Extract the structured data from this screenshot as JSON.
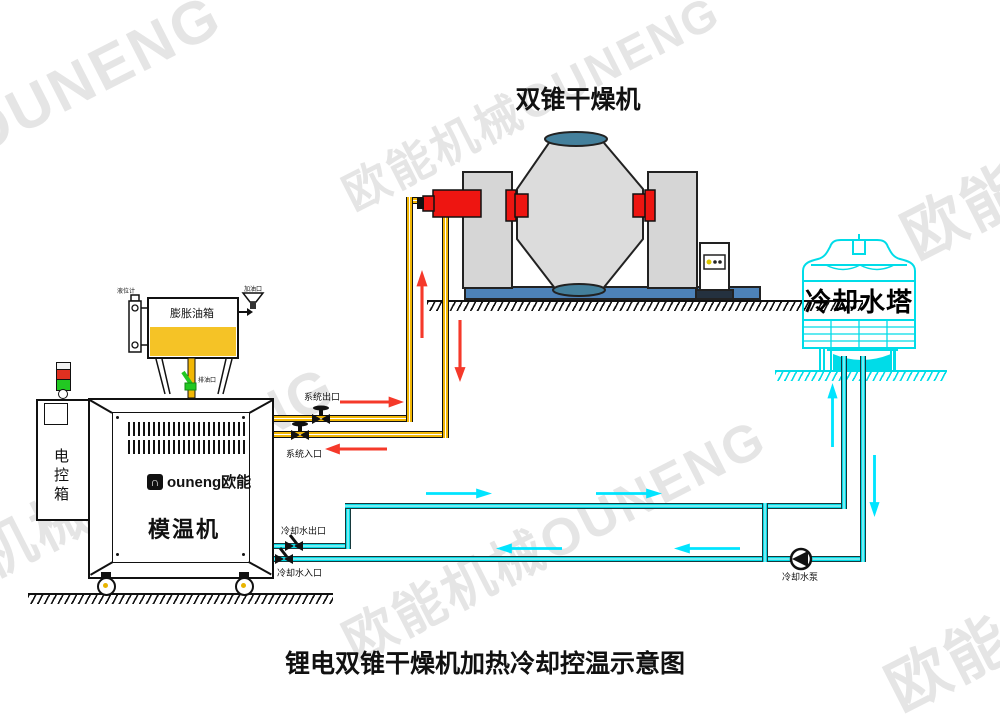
{
  "titles": {
    "top": "双锥干燥机",
    "caption": "锂电双锥干燥机加热冷却控温示意图"
  },
  "watermark": {
    "text": "欧能机械OUNENG"
  },
  "machine": {
    "label": "模温机",
    "logo_glyph": "∩",
    "logo_text": "ouneng欧能",
    "control_box_label": "电控箱"
  },
  "tank": {
    "label": "膨胀油箱",
    "gauge_label": "液位计",
    "fill_port_label": "加油口",
    "drain_valve_label": "排油口"
  },
  "pipe_labels": {
    "system_outlet": "系统出口",
    "system_inlet": "系统入口",
    "cooling_water_outlet": "冷却水出口",
    "cooling_water_inlet": "冷却水入口"
  },
  "cooling_tower": {
    "label": "冷却水塔"
  },
  "pump": {
    "label": "冷却水泵"
  },
  "colors": {
    "hot_pipe": "#f2b705",
    "hot_arrow": "#f5392a",
    "cool_line": "#00dce8",
    "cool_arrow": "#00e4ff",
    "red_fitting": "#ee1511",
    "oil": "#f5c326",
    "base_platform": "#4d82b8",
    "cone_lens": "#44809c",
    "signal_red": "#e03020",
    "signal_green": "#22c822"
  }
}
